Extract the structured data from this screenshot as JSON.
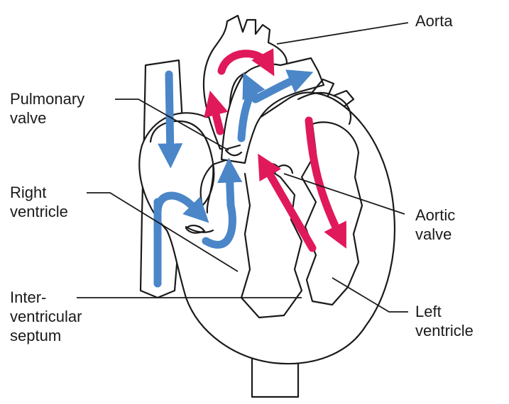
{
  "labels": {
    "aorta": "Aorta",
    "pulmonary_valve": [
      "Pulmonary",
      "valve"
    ],
    "right_ventricle": [
      "Right",
      "ventricle"
    ],
    "interventricular_septum": [
      "Inter-",
      "ventricular",
      "septum"
    ],
    "aortic_valve": [
      "Aortic",
      "valve"
    ],
    "left_ventricle": [
      "Left",
      "ventricle"
    ]
  },
  "colors": {
    "deoxygenated_flow": "#4a86c8",
    "oxygenated_flow": "#e0195a",
    "outline": "#1a1a1a"
  }
}
